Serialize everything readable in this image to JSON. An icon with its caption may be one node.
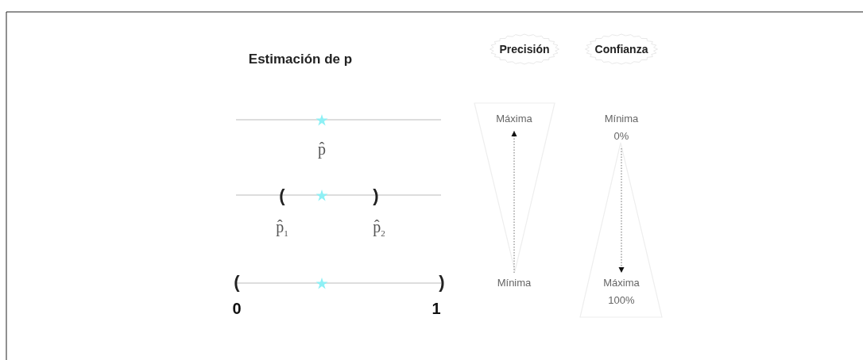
{
  "diagram": {
    "nodes": [
      {
        "text": [
          "Precisión"
        ]
      },
      {
        "text": [
          "Confianza"
        ]
      },
      {
        "text": [
          "Máxima"
        ]
      },
      {
        "text": [
          "Mínima"
        ]
      },
      {
        "text": [
          "Mínima",
          "0%"
        ]
      },
      {
        "text": [
          "Máxima",
          "100%"
        ]
      }
    ],
    "edges": [
      {
        "from": 3,
        "to": 2,
        "arrow": "to",
        "style": "dashed"
      },
      {
        "from": 4,
        "to": 5,
        "arrow": "to",
        "style": "dashed"
      }
    ],
    "labels": [
      "Estimación de p",
      "p̂",
      "(",
      ")",
      "p̂$_{1}$",
      "p̂$_{2}$",
      "(",
      ")",
      "0",
      "1"
    ]
  }
}
